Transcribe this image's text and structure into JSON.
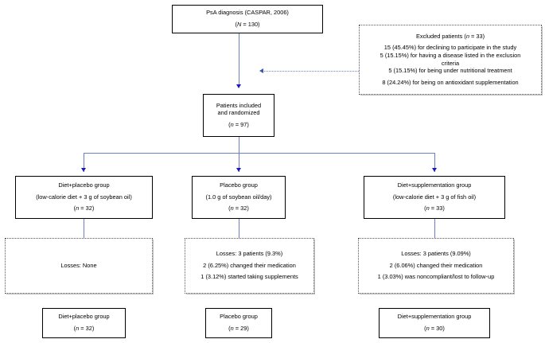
{
  "diagram": {
    "title": "CONSORT participant flow diagram",
    "colors": {
      "connector_line": "#6b7fc7",
      "arrow_head": "#1a1ac4",
      "dotted_connector": "#6b8ad6",
      "box_border_solid": "#000000",
      "box_border_dotted": "#555555",
      "text": "#000000",
      "background": "#ffffff"
    }
  },
  "nodes": {
    "diagnosis": {
      "line1": "PsA diagnosis (CASPAR,  2006)",
      "line2_italic": "N",
      "line2_rest": " = 130)",
      "line2_open": "("
    },
    "excluded": {
      "heading_pre": "Excluded patients (",
      "heading_italic": "n",
      "heading_post": " = 33)",
      "reasons": [
        "15 (45.45%) for declining to participate in the study",
        "5 (15.15%) for having a disease listed in the exclusion",
        "criteria",
        "5 (15.15%) for being under nutritional treatment",
        "8 (24.24%) for being on antioxidant supplementation"
      ]
    },
    "included": {
      "line1": "Patients included",
      "line2": "and randomized",
      "count_open": "(",
      "count_italic": "n",
      "count_post": " = 97)"
    },
    "arm_left": {
      "line1": "Diet+placebo group",
      "line2": "(low-calorie diet + 3 g of soybean oil)",
      "count_open": "(",
      "count_italic": "n",
      "count_post": " = 32)"
    },
    "arm_mid": {
      "line1": "Placebo group",
      "line2": "(1.0 g of soybean oil/day)",
      "count_open": "(",
      "count_italic": "n",
      "count_post": " = 32)"
    },
    "arm_right": {
      "line1": "Diet+supplementation group",
      "line2": "(low-calorie diet + 3 g of fish oil)",
      "count_open": "(",
      "count_italic": "n",
      "count_post": " = 33)"
    },
    "losses_left": {
      "line1": "Losses: None"
    },
    "losses_mid": {
      "line1": "Losses: 3 patients (9.3%)",
      "line2": "2 (6.25%) changed their medication",
      "line3": "1 (3.12%) started taking supplements"
    },
    "losses_right": {
      "line1": "Losses: 3 patients (9.09%)",
      "line2": "2 (6.06%) changed their medication",
      "line3": "1 (3.03%) was noncompliant/lost  to follow-up"
    },
    "final_left": {
      "line1": "Diet+placebo group",
      "count_open": "(",
      "count_italic": "n",
      "count_post": " = 32)"
    },
    "final_mid": {
      "line1": "Placebo group",
      "count_open": "(",
      "count_italic": "n",
      "count_post": " = 29)"
    },
    "final_right": {
      "line1": "Diet+supplementation group",
      "count_open": "(",
      "count_italic": "n",
      "count_post": " = 30)"
    }
  }
}
